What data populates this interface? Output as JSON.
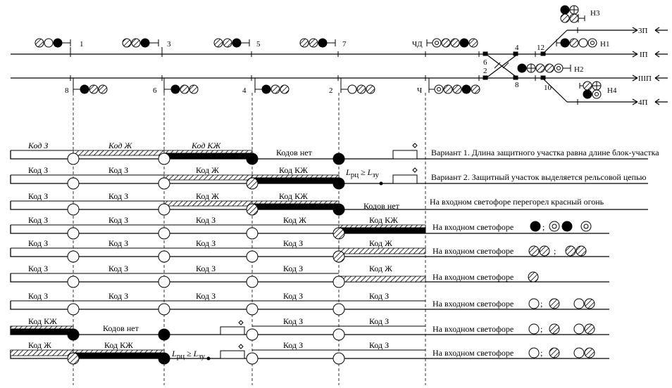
{
  "signals_top": [
    "1",
    "3",
    "5",
    "7",
    "ЧД"
  ],
  "signals_bottom": [
    "8",
    "6",
    "4",
    "2",
    "Ч"
  ],
  "station": {
    "switches": [
      "4",
      "12",
      "6",
      "2",
      "8",
      "10"
    ],
    "signals": [
      "Н3",
      "Н1",
      "Н2",
      "Н4"
    ],
    "tracks": [
      "3П",
      "IП",
      "IIIП",
      "4П"
    ]
  },
  "rows": [
    {
      "codes": [
        "Код З",
        "Код Ж",
        "Код КЖ",
        "Кодов нет"
      ],
      "note": "Вариант 1. Длина защитного участка равна длине блок-участка"
    },
    {
      "codes": [
        "Код З",
        "Код З",
        "Код Ж",
        "Код КЖ"
      ],
      "formula": [
        "L",
        "рц",
        " ≥ L",
        "зу"
      ],
      "note": "Вариант 2.  Защитный участок выделяется рельсовой цепью"
    },
    {
      "codes": [
        "Код З",
        "Код З",
        "Код Ж",
        "Код КЖ",
        "Кодов нет"
      ],
      "note": "На входном светофоре перегорел красный огонь"
    },
    {
      "codes": [
        "Код З",
        "Код З",
        "Код З",
        "Код Ж",
        "Код КЖ"
      ],
      "note": "На входном светофоре",
      "sep": ";"
    },
    {
      "codes": [
        "Код З",
        "Код З",
        "Код З",
        "Код З",
        "Код Ж"
      ],
      "note": "На входном светофоре",
      "sep": ";"
    },
    {
      "codes": [
        "Код З",
        "Код З",
        "Код З",
        "Код З",
        "Код Ж"
      ],
      "note": "На входном светофоре"
    },
    {
      "codes": [
        "Код З",
        "Код З",
        "Код З",
        "Код З",
        "Код З"
      ],
      "note": "На входном светофоре",
      "sep": ";"
    },
    {
      "codes": [
        "Код КЖ",
        "Кодов нет",
        "Код З",
        "Код З"
      ],
      "note": "На входном светофоре",
      "sep": ";"
    },
    {
      "codes": [
        "Код Ж",
        "Код КЖ",
        "Код З",
        "Код З"
      ],
      "formula": [
        "L",
        "рц",
        " ≥ L",
        "зу"
      ],
      "note": "На входном светофоре",
      "sep": ";"
    }
  ]
}
